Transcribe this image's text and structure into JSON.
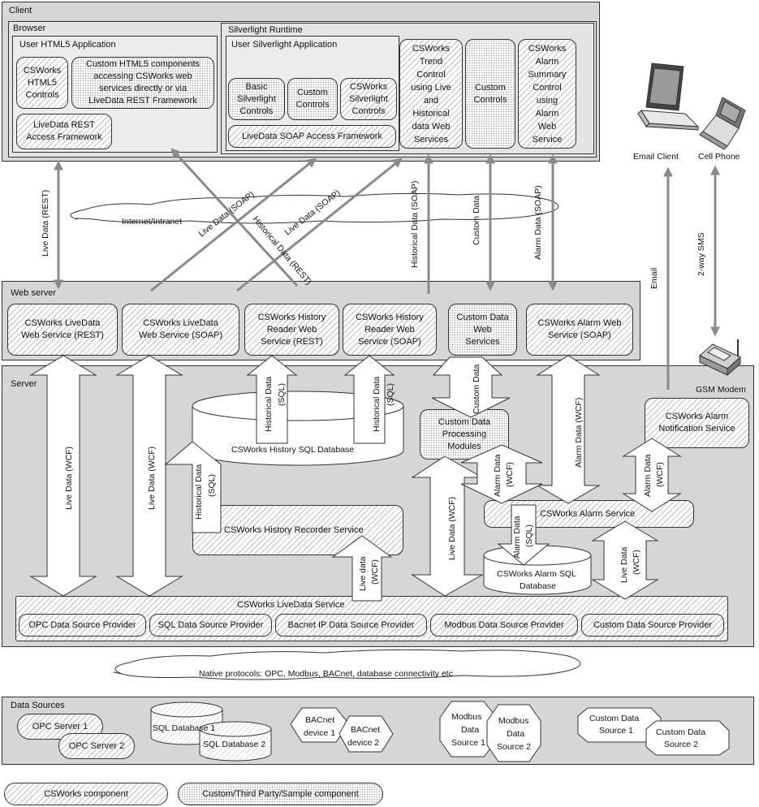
{
  "regions": {
    "client": "Client",
    "browser": "Browser",
    "html5_app": "User HTML5 Application",
    "silverlight_runtime": "Silverlight Runtime",
    "silverlight_app": "User Silverlight Application",
    "web_server": "Web server",
    "server": "Server",
    "data_sources": "Data Sources"
  },
  "client": {
    "html5_controls": "CSWorks\nHTML5\nControls",
    "custom_html5": "Custom HTML5 components\naccessing CSWorks web\nservices directly or via\nLiveData REST Framework",
    "rest_framework": "LiveData REST\nAccess Framework",
    "basic_silverlight": "Basic\nSilverlight\nControls",
    "custom_controls_small": "Custom\nControls",
    "csworks_silverlight": "CSWorks\nSilverlight\nControls",
    "soap_framework": "LiveData SOAP Access Framework",
    "trend_control": "CSWorks\nTrend\nControl\nusing Live\nand\nHistorical\ndata Web\nServices",
    "custom_controls_tall": "Custom\nControls",
    "alarm_summary": "CSWorks\nAlarm\nSummary\nControl\nusing\nAlarm\nWeb\nService"
  },
  "devices": {
    "email_client": "Email Client",
    "cell_phone": "Cell Phone",
    "gsm_modem": "GSM Modem"
  },
  "network": {
    "internet": "Internet/Intranet",
    "native": "Native protocols: OPC, Modbus, BACnet, database connectivity etc"
  },
  "flows": {
    "live_rest": "Live Data (REST)",
    "live_soap_1": "Live Data (SOAP)",
    "hist_rest": "Historical Data (REST)",
    "live_soap_2": "Live Data (SOAP)",
    "hist_soap": "Historical Data (SOAP)",
    "custom_data": "Custom Data",
    "alarm_soap": "Alarm Data (SOAP)",
    "email": "Email",
    "sms": "2-way SMS"
  },
  "web_services": {
    "live_rest": "CSWorks LiveData\nWeb Service (REST)",
    "live_soap": "CSWorks LiveData\nWeb Service (SOAP)",
    "hist_rest": "CSWorks History\nReader Web\nService (REST)",
    "hist_soap": "CSWorks History\nReader Web\nService (SOAP)",
    "custom": "Custom Data\nWeb\nServices",
    "alarm": "CSWorks Alarm Web\nService (SOAP)"
  },
  "server": {
    "history_db": "CSWorks History SQL Database",
    "recorder": "CSWorks History Recorder Service",
    "custom_processing": "Custom Data\nProcessing\nModules",
    "alarm_notification": "CSWorks Alarm\nNotification Service",
    "alarm_service": "CSWorks Alarm Service",
    "alarm_db": "CSWorks Alarm SQL\nDatabase",
    "livedata_service": "CSWorks LiveData Service",
    "providers": [
      "OPC Data Source Provider",
      "SQL Data Source Provider",
      "Bacnet IP Data Source Provider",
      "Modbus Data Source Provider",
      "Custom Data Source Provider"
    ]
  },
  "server_flows": {
    "live_wcf_1": "Live Data (WCF)",
    "live_wcf_2": "Live Data (WCF)",
    "hist_sql_1": "Historical Data\n(SQL)",
    "hist_sql_2": "Historical Data\n(SQL)",
    "hist_sql_3": "Historical Data\n(SQL)",
    "custom_data": "Custom Data",
    "alarm_wcf_top": "Alarm Data (WCF)",
    "alarm_wcf_a": "Alarm Data\n(WCF)",
    "alarm_wcf_b": "Alarm Data\n(WCF)",
    "alarm_sql": "Alarm Data\n(SQL)",
    "live_wcf_3": "Live data\n(WCF)",
    "live_wcf_4": "Live Data (WCF)",
    "live_wcf_5": "Live Data\n(WCF)"
  },
  "data_sources": {
    "opc1": "OPC Server 1",
    "opc2": "OPC Server 2",
    "sql1": "SQL Database 1",
    "sql2": "SQL Database 2",
    "bacnet1": "BACnet\ndevice 1",
    "bacnet2": "BACnet\ndevice 2",
    "modbus1": "Modbus\nData\nSource 1",
    "modbus2": "Modbus\nData\nSource 2",
    "custom1": "Custom Data\nSource 1",
    "custom2": "Custom Data\nSource 2"
  },
  "legend": {
    "csworks": "CSWorks component",
    "custom": "Custom/Third Party/Sample component"
  },
  "colors": {
    "region": "#d6d6d6",
    "arrow": "#8a8a8a",
    "border": "#333333"
  }
}
